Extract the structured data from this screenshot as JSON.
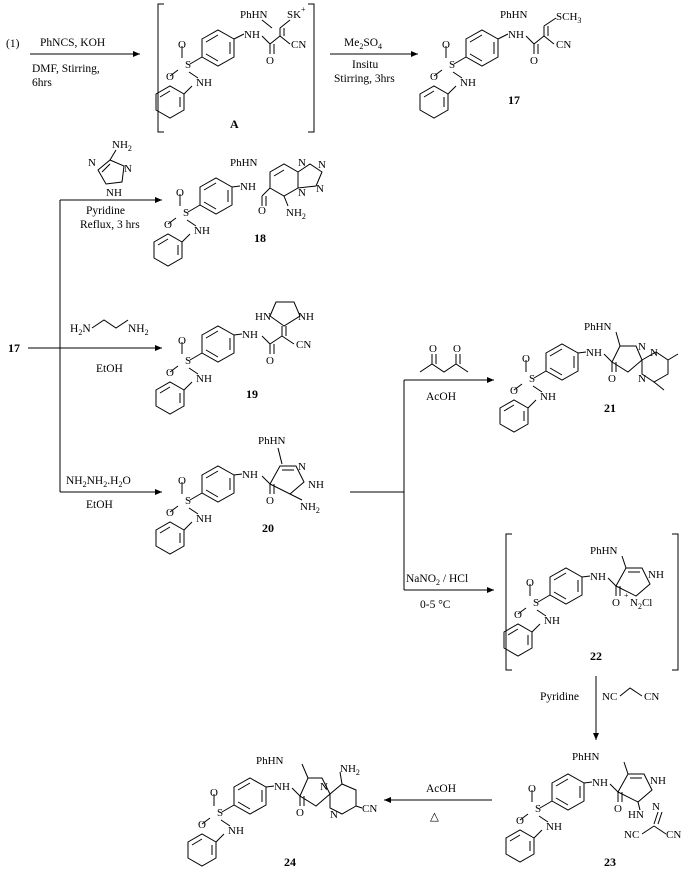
{
  "scheme": {
    "start_label": "(1)",
    "step1": {
      "reagent": "PhNCS, KOH",
      "cond1": "DMF, Stirring,",
      "cond2": "6hrs"
    },
    "intermediate_A": {
      "label": "A",
      "phhn": "PhHN",
      "sk": "SK",
      "plus": "+",
      "nh": "NH",
      "cn": "CN",
      "o": "O",
      "s": "S",
      "nhs": "NH",
      "n": "N"
    },
    "step2": {
      "reagent": "Me2SO4",
      "cond1": "Insitu",
      "cond2": "Stirring, 3hrs"
    },
    "compound_17": {
      "label": "17",
      "phhn": "PhHN",
      "sch3": "SCH3",
      "nh": "NH",
      "cn": "CN",
      "o": "O"
    },
    "branch_start": "17",
    "reagent_18": {
      "nh2": "NH2",
      "nh": "NH",
      "n": "N",
      "cond1": "Pyridine",
      "cond2": "Reflux, 3 hrs"
    },
    "compound_18": {
      "label": "18",
      "phhn": "PhHN",
      "nh": "NH",
      "nh2": "NH2",
      "o": "O",
      "n": "N"
    },
    "reagent_19": {
      "h2n": "H2N",
      "nh2": "NH2",
      "solvent": "EtOH"
    },
    "compound_19": {
      "label": "19",
      "hn": "HN",
      "nh": "NH",
      "nh2": "NH",
      "cn": "CN",
      "o": "O"
    },
    "reagent_20": {
      "reagent": "NH2NH2.H2O",
      "solvent": "EtOH"
    },
    "compound_20": {
      "label": "20",
      "phhn": "PhHN",
      "nh": "NH",
      "nh2": "NH2",
      "pnh": "NH",
      "n": "N",
      "o": "O"
    },
    "reagent_21": {
      "solvent": "AcOH",
      "o1": "O",
      "o2": "O"
    },
    "compound_21": {
      "label": "21",
      "phhn": "PhHN",
      "nh": "NH",
      "n": "N",
      "o": "O"
    },
    "reagent_22": {
      "reagent": "NaNO2 / HCl",
      "cond": "0-5 °C"
    },
    "compound_22": {
      "label": "22",
      "phhn": "PhHN",
      "nh": "NH",
      "n2cl": "N2Cl",
      "plus": "+",
      "o": "O"
    },
    "reagent_23": {
      "solvent": "Pyridine",
      "nc1": "NC",
      "cn": "CN"
    },
    "compound_23": {
      "label": "23",
      "phhn": "PhHN",
      "nh": "NH",
      "hn": "HN",
      "n": "N",
      "nc": "NC",
      "cn": "CN",
      "o": "O"
    },
    "reagent_24": {
      "solvent": "AcOH",
      "heat": "△"
    },
    "compound_24": {
      "label": "24",
      "phhn": "PhHN",
      "nh2": "NH2",
      "nh": "NH",
      "cn": "CN",
      "n": "N",
      "o": "O"
    },
    "sulfonamide": {
      "s": "S",
      "o": "O",
      "nh": "NH",
      "n": "N"
    }
  }
}
